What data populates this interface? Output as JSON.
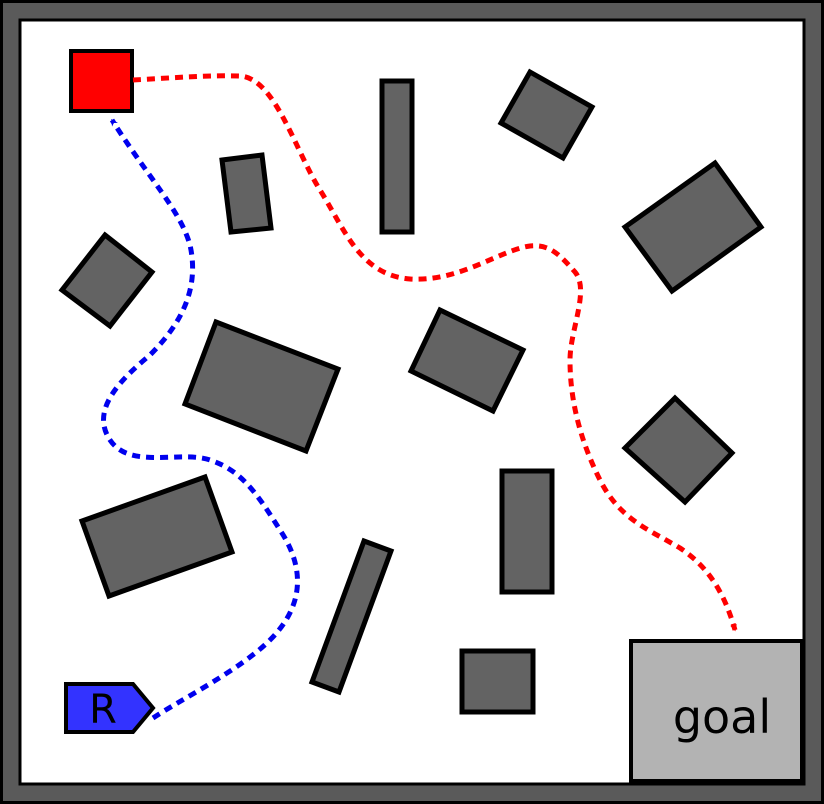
{
  "diagram": {
    "robot": {
      "label": "R",
      "color": "#3333ff"
    },
    "goal": {
      "label": "goal",
      "color": "#b3b3b3"
    },
    "target_block": {
      "color": "#ff0000"
    },
    "obstacles": {
      "color": "#636363"
    },
    "wall": {
      "color": "#5a5a5a"
    },
    "paths": {
      "to_block": {
        "color": "#0000ee",
        "style": "dashed"
      },
      "to_goal": {
        "color": "#ff0000",
        "style": "dashed"
      }
    }
  }
}
